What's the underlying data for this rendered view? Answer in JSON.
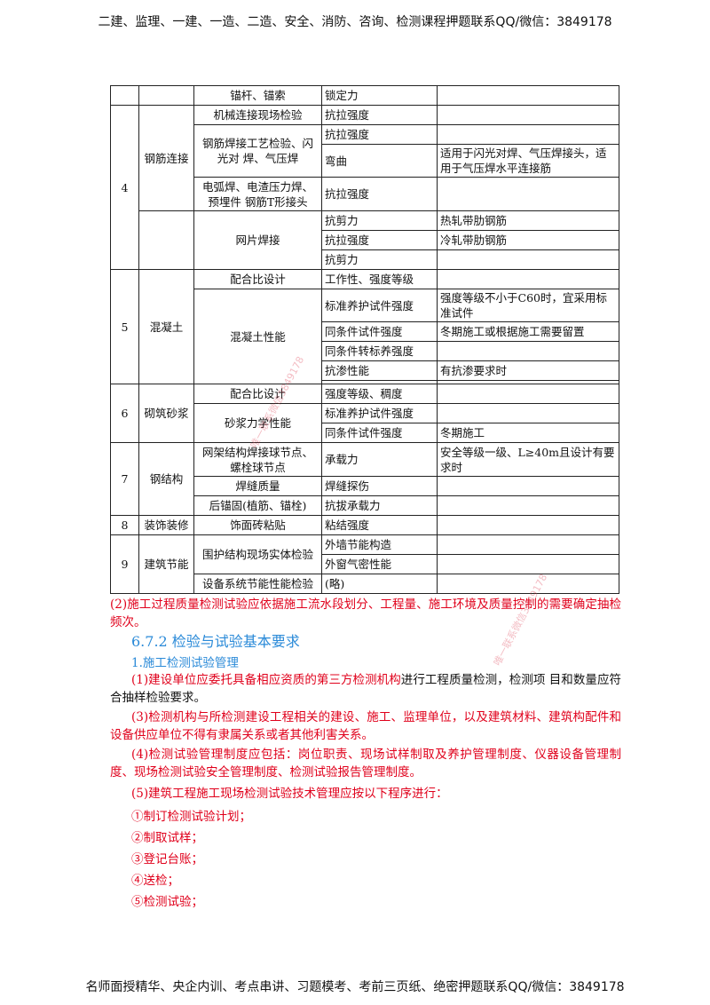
{
  "header": {
    "text": "二建、监理、一建、一造、二造、安全、消防、咨询、检测课程押题联系QQ/微信：3849178"
  },
  "footer": {
    "text": "名师面授精华、央企内训、考点串讲、习题模考、考前三页纸、绝密押题联系QQ/微信：3849178"
  },
  "table": {
    "r1": {
      "item": "锚杆、锚索",
      "param": "锁定力"
    },
    "g4": {
      "num": "4",
      "category": "钢筋连接",
      "a": {
        "item": "机械连接现场检验",
        "param": "抗拉强度"
      },
      "b": {
        "item": "钢筋焊接工艺检验、闪光对 焊、气压焊",
        "param1": "抗拉强度",
        "param2": "弯曲",
        "note2": "适用于闪光对焊、气压焊接头，适用于气压焊水平连接筋"
      },
      "c": {
        "item": "电弧焊、电渣压力焊、预埋件 钢筋T形接头",
        "param": "抗拉强度"
      },
      "d": {
        "item": "网片焊接",
        "param1": "抗剪力",
        "note1": "热轧带肋钢筋",
        "param2": "抗拉强度",
        "note2": "冷轧带肋钢筋",
        "param3": "抗剪力"
      }
    },
    "g5": {
      "num": "5",
      "category": "混凝土",
      "a": {
        "item": "配合比设计",
        "param": "工作性、强度等级"
      },
      "b": {
        "item": "混凝土性能",
        "p1": "标准养护试件强度",
        "n1": "强度等级不小于C60时，宜采用标准试件",
        "p2": "同条件试件强度",
        "n2": "冬期施工或根据施工需要留置",
        "p3": "同条件转标养强度",
        "p4": "抗渗性能",
        "n4": "有抗渗要求时"
      }
    },
    "g6": {
      "num": "6",
      "category": "砌筑砂浆",
      "a": {
        "item": "配合比设计",
        "param": "强度等级、稠度"
      },
      "b": {
        "item": "砂浆力学性能",
        "p1": "标准养护试件强度",
        "p2": "同条件试件强度",
        "n2": "冬期施工"
      }
    },
    "g7": {
      "num": "7",
      "category": "钢结构",
      "a": {
        "item": "网架结构焊接球节点、螺栓球节点",
        "param": "承载力",
        "note": "安全等级一级、L≥40m且设计有要求时"
      },
      "b": {
        "item": "焊缝质量",
        "param": "焊缝探伤"
      },
      "c": {
        "item": "后锚固(植筋、锚栓)",
        "param": "抗拔承载力"
      }
    },
    "g8": {
      "num": "8",
      "category": "装饰装修",
      "item": "饰面砖粘贴",
      "param": "粘结强度"
    },
    "g9": {
      "num": "9",
      "category": "建筑节能",
      "a": {
        "item": "围护结构现场实体检验",
        "p1": "外墙节能构造",
        "p2": "外窗气密性能"
      },
      "b": {
        "item": "设备系统节能性能检验",
        "param": "(略)"
      }
    }
  },
  "body": {
    "p2": "(2)施工过程质量检测试验应依据施工流水段划分、工程量、施工环境及质量控制的需要确定抽检频次。",
    "heading": "6.7.2 检验与试验基本要求",
    "subhead": "1.施工检测试验管理",
    "p1_red": "(1)建设单位应委托具备相应资质的第三方检测机构",
    "p1_black": "进行工程质量检测，检测项 目和数量应符合抽样检验要求。",
    "p3": "(3)检测机构与所检测建设工程相关的建设、施工、监理单位，以及建筑材料、建筑构配件和设备供应单位不得有隶属关系或者其他利害关系。",
    "p4": "(4)检测试验管理制度应包括：岗位职责、现场试样制取及养护管理制度、仪器设备管理制度、现场检测试验安全管理制度、检测试验报告管理制度。",
    "p5": "(5)建筑工程施工现场检测试验技术管理应按以下程序进行：",
    "steps": [
      "①制订检测试验计划；",
      "②制取试样；",
      "③登记台账；",
      "④送检；",
      "⑤检测试验；"
    ]
  },
  "watermark": {
    "text": "唯一联系微信3849178"
  }
}
